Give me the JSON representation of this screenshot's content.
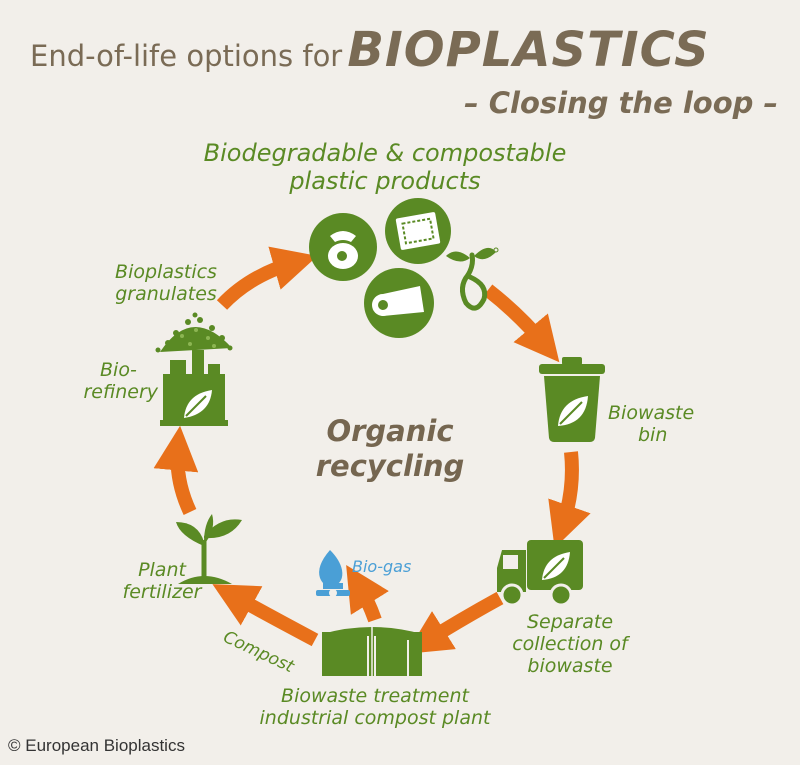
{
  "title": {
    "prefix": "End-of-life options for",
    "main": "BIOPLASTICS",
    "subtitle": "– Closing the loop –"
  },
  "center": {
    "line1": "Organic",
    "line2": "recycling"
  },
  "nodes": {
    "products": {
      "line1": "Biodegradable & compostable",
      "line2": "plastic products",
      "icon": "product-icons"
    },
    "bin": {
      "line1": "Biowaste",
      "line2": "bin",
      "icon": "waste-bin-icon"
    },
    "collection": {
      "line1": "Separate",
      "line2": "collection of",
      "line3": "biowaste",
      "icon": "truck-icon"
    },
    "treatment": {
      "line1": "Biowaste treatment",
      "line2": "industrial compost plant",
      "icon": "compost-plant-icon"
    },
    "biogas": {
      "label": "Bio-gas",
      "icon": "gas-flame-icon"
    },
    "compost": {
      "label": "Compost"
    },
    "fertilizer": {
      "line1": "Plant",
      "line2": "fertilizer",
      "icon": "plant-sprout-icon"
    },
    "biorefinery": {
      "line1": "Bio-",
      "line2": "refinery",
      "icon": "biorefinery-icon"
    },
    "granulates": {
      "line1": "Bioplastics",
      "line2": "granulates",
      "icon": "granulates-pile-icon"
    }
  },
  "copyright": "© European Bioplastics",
  "colors": {
    "green": "#5a8a24",
    "orange": "#e8701a",
    "brown": "#7a6b55",
    "blue": "#4a9fd6",
    "background": "#f2efea"
  }
}
